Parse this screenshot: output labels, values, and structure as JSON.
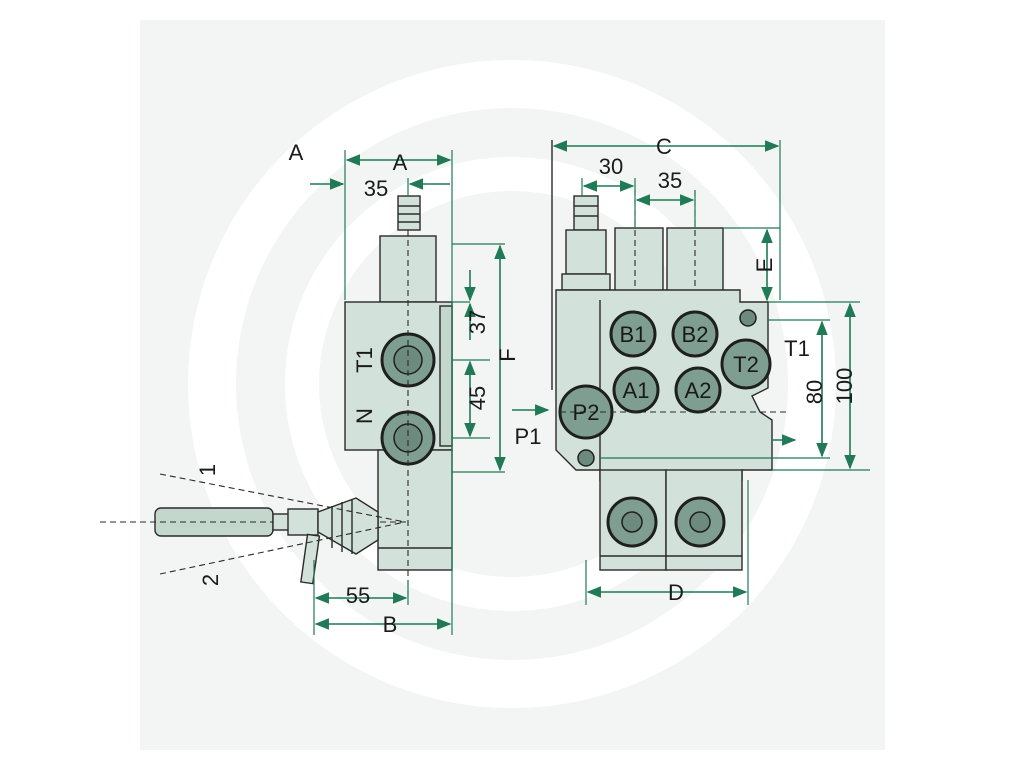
{
  "labels": {
    "dim_a_left": "A",
    "dim_a_top": "A",
    "dim_35_left": "35",
    "dim_37": "37",
    "dim_45": "45",
    "dim_f": "F",
    "dim_55": "55",
    "dim_b": "B",
    "lever_1": "1",
    "lever_2": "2",
    "side_t1": "T1",
    "side_n": "N",
    "dim_c": "C",
    "dim_30": "30",
    "dim_35_right": "35",
    "dim_e": "E",
    "dim_t1_right": "T1",
    "dim_80": "80",
    "dim_100": "100",
    "dim_p1": "P1",
    "dim_d": "D"
  },
  "ports": {
    "b1": "B1",
    "b2": "B2",
    "t2": "T2",
    "a1": "A1",
    "a2": "A2",
    "p2": "P2"
  },
  "colors": {
    "dimension": "#1f7a55",
    "body": "#d2e2da",
    "port_fill": "#7f9e92",
    "watermark": "#eef2f0"
  }
}
